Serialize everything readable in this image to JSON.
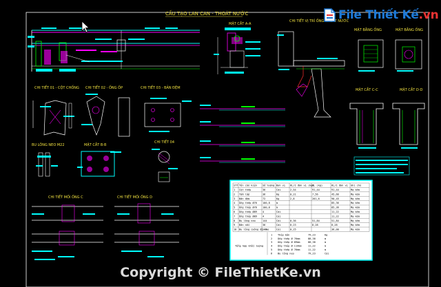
{
  "drawing": {
    "main_title": "CẤU TẠO LAN CAN - THOÁT NƯỚC",
    "labels": {
      "section_aa": "MẶT CẮT A-A",
      "drain_detail": "CHI TIẾT VỊ TRÍ ỐNG THOÁT NƯỚC",
      "drain_plan_left": "MẶT BẰNG ỐNG",
      "drain_plan_right": "MẶT BẰNG ỐNG",
      "section_left_upper": "MẶT CẮT C-C",
      "section_right_upper": "MẶT CẮT D-D",
      "detail_post": "CHI TIẾT 01 - CỘT CHỐNG",
      "detail_02": "CHI TIẾT 02 - ỐNG ỐP",
      "detail_03": "CHI TIẾT 03 - BẢN ĐỆM",
      "detail_bolt": "BU LÔNG NEO M22",
      "section_bb": "MẶT CẮT B-B",
      "detail_04": "CHI TIẾT 04",
      "detail_c": "CHI TIẾT MỐI ỐNG C",
      "detail_d": "CHI TIẾT MỐI ỐNG D"
    },
    "table": {
      "headers": [
        "STT",
        "Tên cấu kiện",
        "Số lượng",
        "Đơn vị",
        "KL/1 đơn vị (kg)",
        "KL (kg)",
        "KL/1 đơn vị",
        "Ghi chú"
      ],
      "rows": [
        [
          "1",
          "Cột thép",
          "36",
          "Cái",
          "2,54",
          "91,44",
          "91,44",
          "Mạ kẽm"
        ],
        [
          "2",
          "Tấm lắp",
          "36",
          "Kg",
          "0,21",
          "7,56",
          "45,66",
          "Mạ kẽm"
        ],
        [
          "3",
          "Bản đệm",
          "72",
          "Kg",
          "2,8",
          "201,6",
          "90,45",
          "Mạ kẽm"
        ],
        [
          "4",
          "Ống thép Ø76",
          "100,8",
          "m",
          "",
          "",
          "85,36",
          "Mạ kẽm"
        ],
        [
          "5",
          "Ống thép Ø76",
          "100,8",
          "m",
          "",
          "",
          "85,36",
          "Mạ kẽm"
        ],
        [
          "6",
          "Ống thép Ø89",
          "4",
          "Cái",
          "",
          "",
          "11,22",
          "Mạ kẽm"
        ],
        [
          "7",
          "Ống thép Ø89",
          "4",
          "Cái",
          "",
          "",
          "11,22",
          "Mạ kẽm"
        ],
        [
          "8",
          "Bu lông neo",
          "144",
          "Cái",
          "0,36",
          "51,84",
          "51,84",
          "Mạ kẽm"
        ],
        [
          "9",
          "Bản nối",
          "36",
          "Cái",
          "0,23",
          "8,28",
          "8,28",
          "Mạ kẽm"
        ],
        [
          "10",
          "Bu lông cường độ cao",
          "144",
          "Cái",
          "0,25",
          "",
          "36,00",
          "Mạ kẽm"
        ]
      ],
      "summary_label": "Tổng hợp khối lượng",
      "summary_rows": [
        [
          "1",
          "Thép bản",
          "79,23",
          "Kg"
        ],
        [
          "2",
          "Ống thép Ø 76mm",
          "88,38",
          "m"
        ],
        [
          "3",
          "Ống thép Ø 89mm",
          "88,38",
          "m"
        ],
        [
          "4",
          "Ống thép Ø 114mm",
          "11,22",
          "m"
        ],
        [
          "5",
          "Ống thép Ø 76mm",
          "11,22",
          "m"
        ],
        [
          "6",
          "Bu lông neo",
          "79,23",
          "Cái"
        ]
      ]
    }
  },
  "branding": {
    "logo_text_left": "File Thiết Kế",
    "logo_text_right": ".vn",
    "watermark": "Copyright © FileThietKe.vn"
  },
  "colors": {
    "background": "#000000",
    "cyan": "#00ffff",
    "magenta": "#ff00ff",
    "yellow": "#ffff00",
    "green": "#00ff00",
    "white": "#ffffff",
    "red": "#ff3030",
    "blue": "#4050ff"
  }
}
